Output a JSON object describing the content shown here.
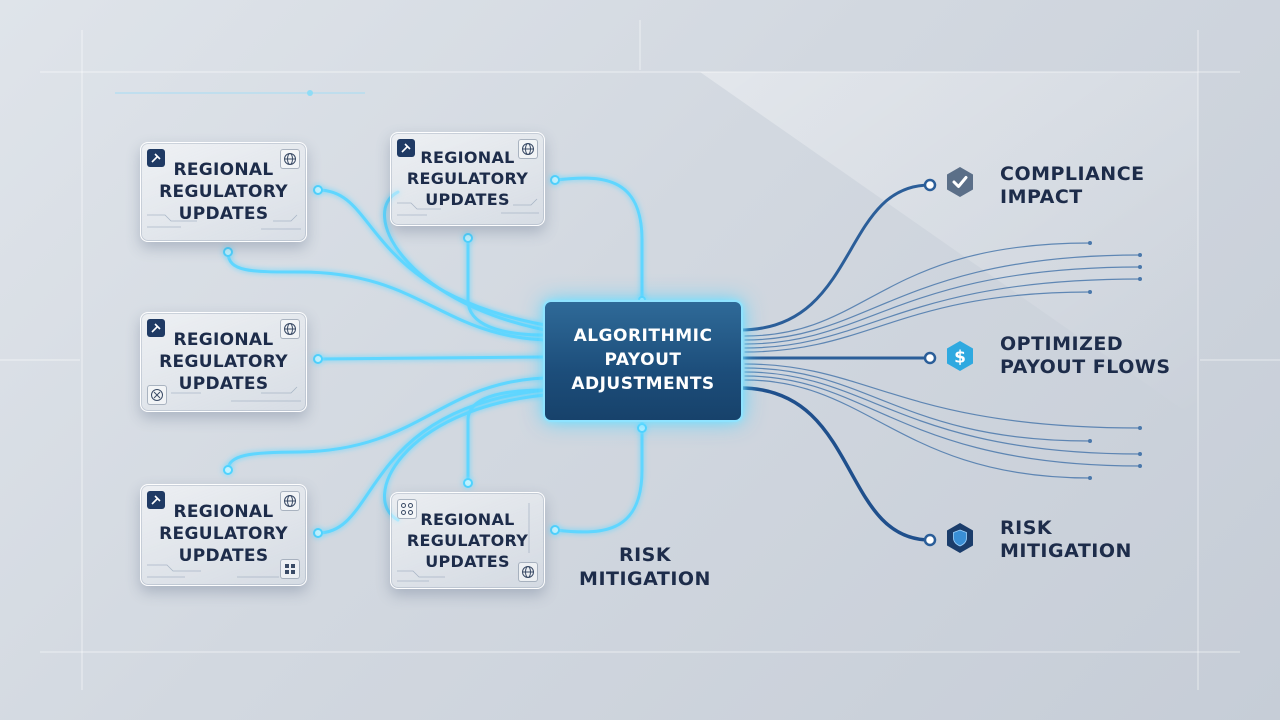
{
  "inputs": [
    {
      "label": "REGIONAL\nREGULATORY\nUPDATES",
      "top_icon": "gavel-icon",
      "corner_icon": "globe-icon",
      "bottom_icon": null
    },
    {
      "label": "REGIONAL\nREGULATORY\nUPDATES",
      "top_icon": "gavel-icon",
      "corner_icon": "globe-icon",
      "bottom_icon": null
    },
    {
      "label": "REGIONAL\nREGULATORY\nUPDATES",
      "top_icon": "gavel-icon",
      "corner_icon": "globe-icon",
      "bottom_icon": "scale-icon"
    },
    {
      "label": "REGIONAL\nREGULATORY\nUPDATES",
      "top_icon": "gavel-icon",
      "corner_icon": "globe-icon",
      "bottom_icon": "grid-icon"
    },
    {
      "label": "REGIONAL\nREGULATORY\nUPDATES",
      "top_icon": "network-icon",
      "corner_icon": "globe-icon",
      "bottom_icon": null
    }
  ],
  "center": {
    "label": "ALGORITHMIC\nPAYOUT\nADJUSTMENTS"
  },
  "outputs": [
    {
      "label": "COMPLIANCE\nIMPACT",
      "icon": "check-shield-icon"
    },
    {
      "label": "OPTIMIZED\nPAYOUT FLOWS",
      "icon": "dollar-icon"
    },
    {
      "label": "RISK\nMITIGATION",
      "icon": "shield-icon"
    }
  ],
  "floating_label": "RISK\nMITIGATION",
  "colors": {
    "glow": "#4fd3ff",
    "accent_dark": "#1f3a64",
    "text": "#1d2c4a",
    "output_line": "#2b5e99"
  }
}
